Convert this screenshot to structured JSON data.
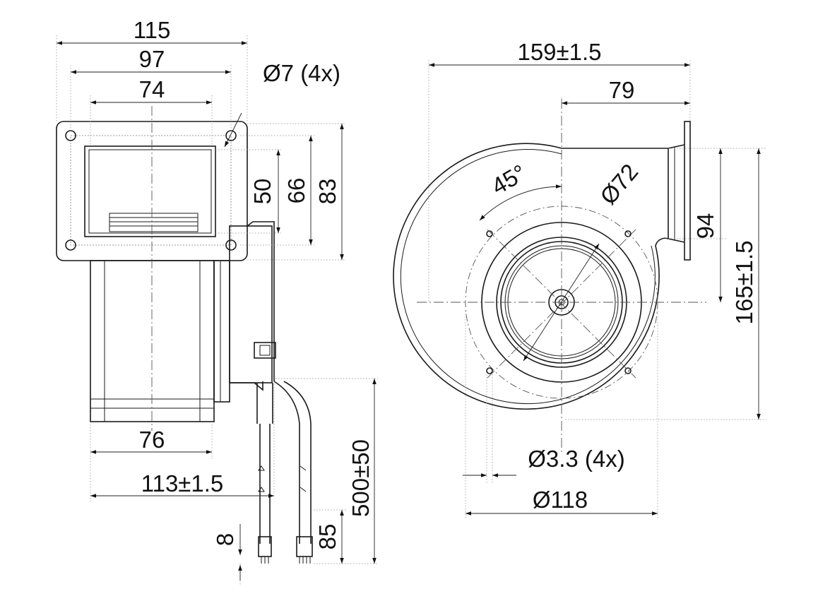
{
  "dimensions": {
    "side_width_outer": "115",
    "side_hole_pitch": "97",
    "side_opening_width": "74",
    "mount_hole_dia": "Ø7 (4x)",
    "side_opening_height": "50",
    "side_hole_pitch_v": "66",
    "side_flange_height": "83",
    "side_body_width": "76",
    "side_total_depth": "113±1.5",
    "cable_length": "500±50",
    "wire_strip_length": "8",
    "wire_end_length": "85",
    "front_total_width": "159±1.5",
    "front_outlet_offset": "79",
    "angle": "45°",
    "inlet_dia": "Ø72",
    "outlet_height": "94",
    "front_total_height": "165±1.5",
    "front_hole_dia": "Ø3.3 (4x)",
    "hole_circle_dia": "Ø118"
  }
}
